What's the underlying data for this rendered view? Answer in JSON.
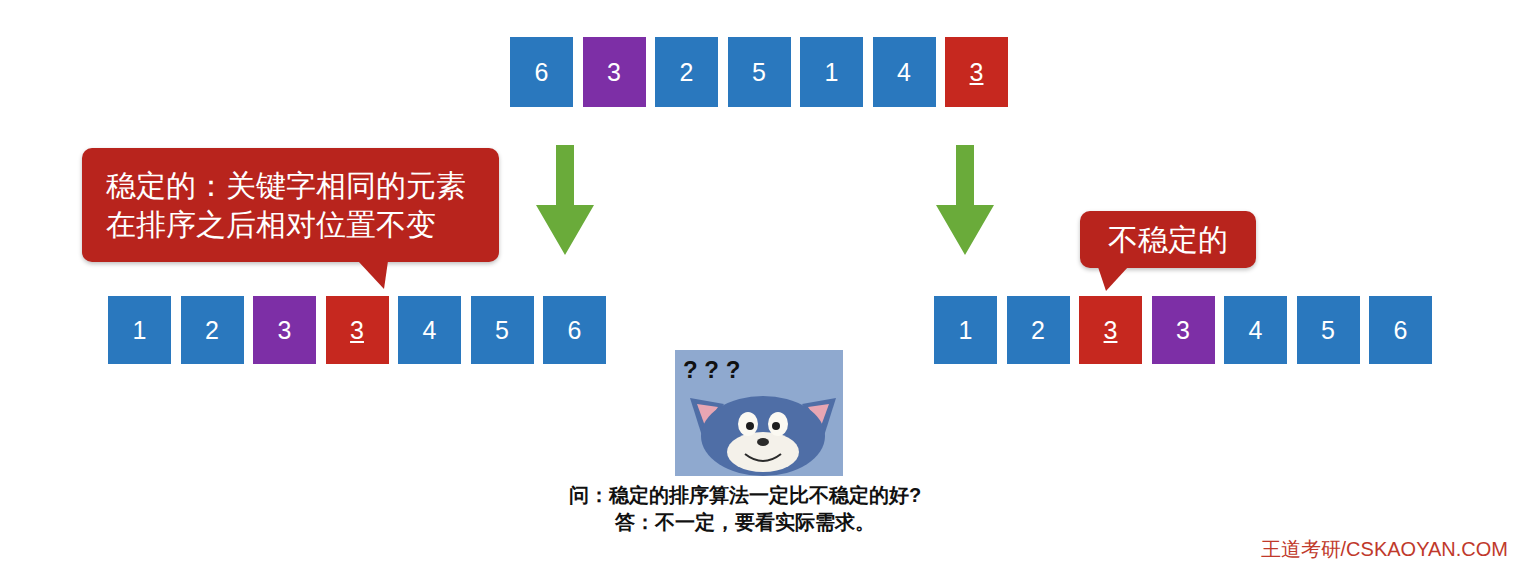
{
  "diagram": {
    "nodes": [
      {
        "text": [
          "6"
        ]
      },
      {
        "text": [
          "3"
        ]
      },
      {
        "text": [
          "2"
        ]
      },
      {
        "text": [
          "5"
        ]
      },
      {
        "text": [
          "1"
        ]
      },
      {
        "text": [
          "4"
        ]
      },
      {
        "text": [
          "3"
        ]
      },
      {
        "text": [
          "稳定的：关键字相同的元素 在排序之后相对位置不变"
        ]
      },
      {
        "text": [
          "不稳定的"
        ]
      },
      {
        "text": [
          "1"
        ]
      },
      {
        "text": [
          "2"
        ]
      },
      {
        "text": [
          "3"
        ]
      },
      {
        "text": [
          "3"
        ]
      },
      {
        "text": [
          "4"
        ]
      },
      {
        "text": [
          "5"
        ]
      },
      {
        "text": [
          "6"
        ]
      },
      {
        "text": [
          "1"
        ]
      },
      {
        "text": [
          "2"
        ]
      },
      {
        "text": [
          "3"
        ]
      },
      {
        "text": [
          "3"
        ]
      },
      {
        "text": [
          "4"
        ]
      },
      {
        "text": [
          "5"
        ]
      },
      {
        "text": [
          "6"
        ]
      }
    ],
    "labels": [
      "? ? ?",
      "问：稳定的排序算法一定比不稳定的好?",
      "答：不一定，要看实际需求。",
      "王道考研/CSKAOYAN.COM"
    ]
  }
}
